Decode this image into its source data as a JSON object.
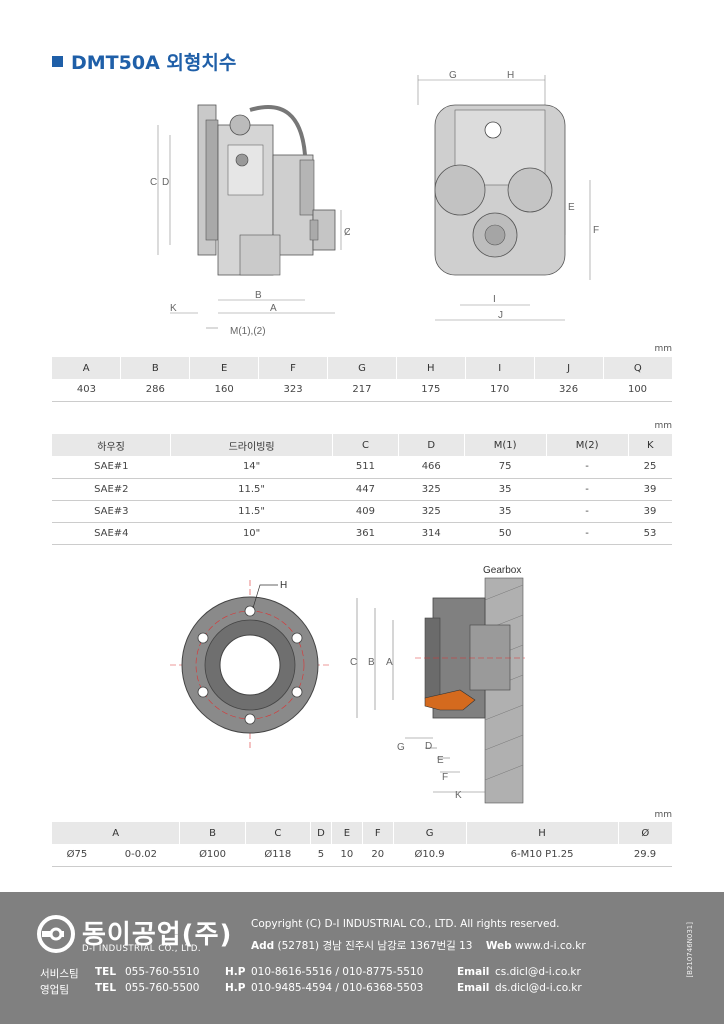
{
  "title": "DMT50A 외형치수",
  "unit": "mm",
  "drawing_labels": {
    "G": "G",
    "H": "H",
    "C": "C",
    "D": "D",
    "B": "B",
    "A": "A",
    "K": "K",
    "M": "M(1),(2)",
    "E": "E",
    "F": "F",
    "I": "I",
    "J": "J",
    "Q": "Ø"
  },
  "table1": {
    "headers": [
      "A",
      "B",
      "E",
      "F",
      "G",
      "H",
      "I",
      "J",
      "Q"
    ],
    "rows": [
      [
        "403",
        "286",
        "160",
        "323",
        "217",
        "175",
        "170",
        "326",
        "100"
      ]
    ]
  },
  "table2": {
    "headers": [
      "하우징",
      "드라이빙링",
      "C",
      "D",
      "M(1)",
      "M(2)",
      "K"
    ],
    "rows": [
      [
        "SAE#1",
        "14\"",
        "511",
        "466",
        "75",
        "-",
        "25"
      ],
      [
        "SAE#2",
        "11.5\"",
        "447",
        "325",
        "35",
        "-",
        "39"
      ],
      [
        "SAE#3",
        "11.5\"",
        "409",
        "325",
        "35",
        "-",
        "39"
      ],
      [
        "SAE#4",
        "10\"",
        "361",
        "314",
        "50",
        "-",
        "53"
      ]
    ]
  },
  "flange_labels": {
    "H": "H",
    "gearbox": "Gearbox",
    "C": "C",
    "B": "B",
    "A": "A",
    "G": "G",
    "D": "D",
    "E": "E",
    "F": "F",
    "K": "K"
  },
  "table3": {
    "headers": [
      "A",
      "B",
      "C",
      "D",
      "E",
      "F",
      "G",
      "H",
      "Ø"
    ],
    "rows": [
      [
        "Ø75",
        "0-0.02",
        "Ø100",
        "Ø118",
        "5",
        "10",
        "20",
        "Ø10.9",
        "6-M10 P1.25",
        "29.9"
      ]
    ]
  },
  "footer": {
    "logo_ko": "동이공업(주)",
    "logo_en": "D-I INDUSTRIAL CO., LTD.",
    "copyright": "Copyright (C) D-I INDUSTRIAL CO., LTD. All rights reserved.",
    "add_label": "Add",
    "address": "(52781) 경남 진주시 남강로 1367번길 13",
    "web_label": "Web",
    "web": "www.d-i.co.kr",
    "service_team": "서비스팀",
    "sales_team": "영업팀",
    "tel_label": "TEL",
    "hp_label": "H.P",
    "email_label": "Email",
    "service_tel": "055-760-5510",
    "service_hp": "010-8616-5516 / 010-8775-5510",
    "service_email": "cs.dicl@d-i.co.kr",
    "sales_tel": "055-760-5500",
    "sales_hp": "010-9485-4594 / 010-6368-5503",
    "sales_email": "ds.dicl@d-i.co.kr",
    "doc_no": "[B210746N031]"
  }
}
